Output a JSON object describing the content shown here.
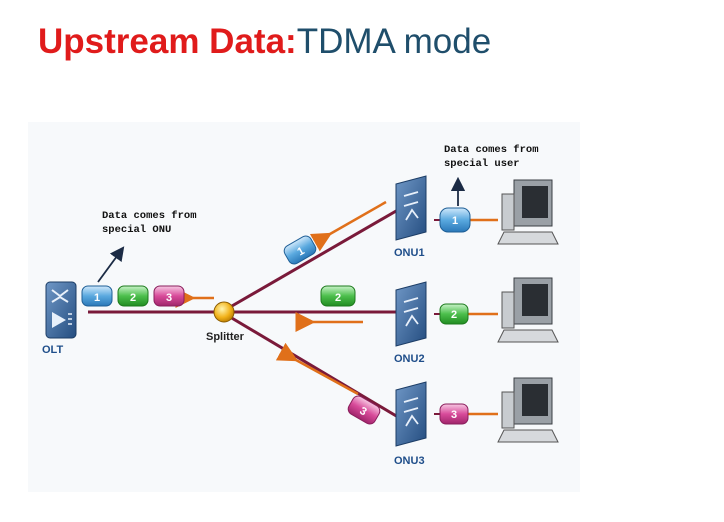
{
  "title": {
    "bold": "Upstream Data:",
    "normal": "TDMA mode"
  },
  "labels": {
    "olt": "OLT",
    "splitter": "Splitter",
    "onu1": "ONU1",
    "onu2": "ONU2",
    "onu3": "ONU3",
    "note_user_line1": "Data comes from",
    "note_user_line2": "special user",
    "note_onu_line1": "Data comes from",
    "note_onu_line2": "special ONU"
  },
  "packets": {
    "olt_1": "1",
    "olt_2": "2",
    "olt_3": "3",
    "fiber1": "1",
    "fiber2": "2",
    "fiber3": "3",
    "user1": "1",
    "user2": "2",
    "user3": "3"
  },
  "colors": {
    "title_red": "#e01b1b",
    "title_dark": "#1f4e6b",
    "fiber": "#7a1a3a",
    "arrow": "#e0701a",
    "packet1": "#5aa9df",
    "packet2": "#4cbf4c",
    "packet3": "#d84b9a",
    "device": "#2f5d93"
  }
}
